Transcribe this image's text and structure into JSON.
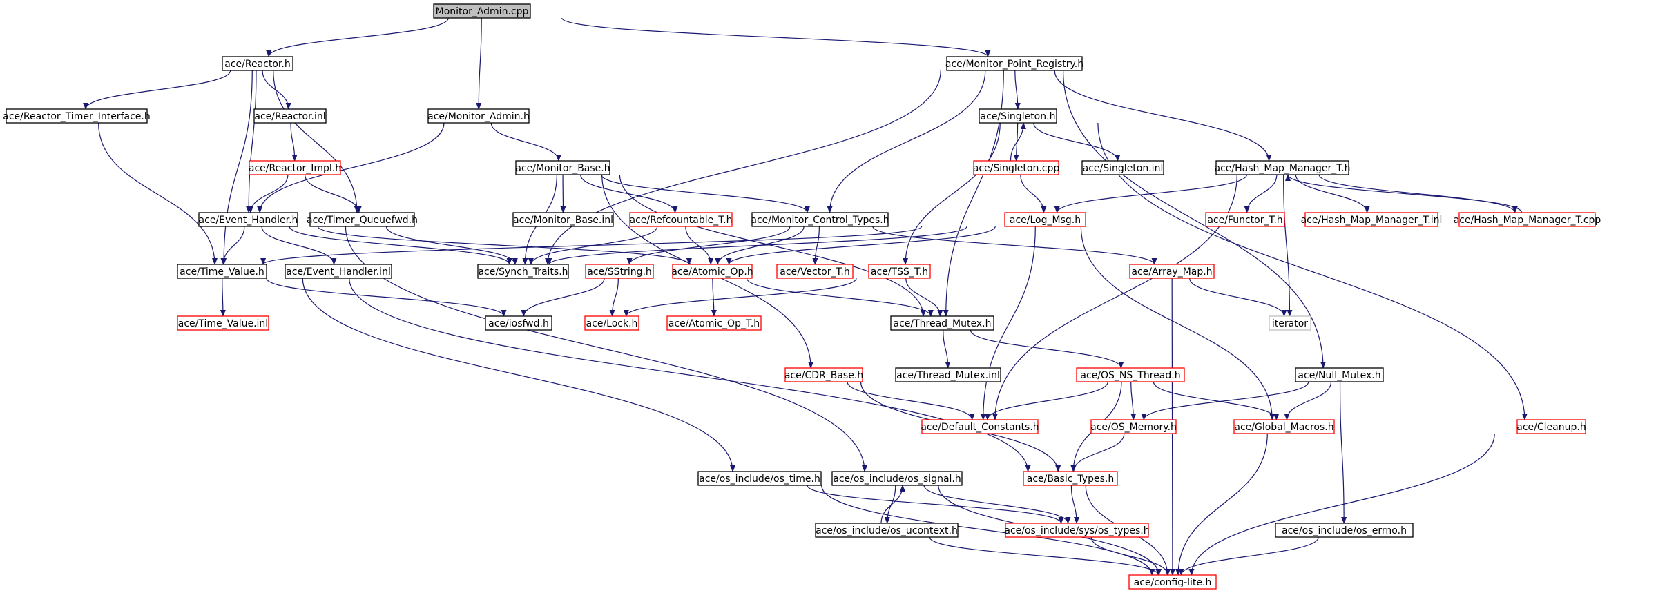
{
  "colors": {
    "edge": "#191970",
    "arrow": "#191970",
    "documented": "#000000",
    "undocumented": "#ff0000",
    "external": "#bfbfbf",
    "root_fill": "#bfbfbf"
  },
  "nodes": [
    {
      "id": "root",
      "label": "Monitor_Admin.cpp",
      "style": "root"
    },
    {
      "id": "reactor",
      "label": "ace/Reactor.h",
      "style": "black"
    },
    {
      "id": "mpr",
      "label": "ace/Monitor_Point_Registry.h",
      "style": "black"
    },
    {
      "id": "rti",
      "label": "ace/Reactor_Timer_Interface.h",
      "style": "black"
    },
    {
      "id": "reactor_inl",
      "label": "ace/Reactor.inl",
      "style": "black"
    },
    {
      "id": "madmin",
      "label": "ace/Monitor_Admin.h",
      "style": "black"
    },
    {
      "id": "singleton",
      "label": "ace/Singleton.h",
      "style": "black"
    },
    {
      "id": "rimpl",
      "label": "ace/Reactor_Impl.h",
      "style": "red"
    },
    {
      "id": "mbase",
      "label": "ace/Monitor_Base.h",
      "style": "black"
    },
    {
      "id": "singleton_cpp",
      "label": "ace/Singleton.cpp",
      "style": "red"
    },
    {
      "id": "singleton_inl",
      "label": "ace/Singleton.inl",
      "style": "black"
    },
    {
      "id": "hmm",
      "label": "ace/Hash_Map_Manager_T.h",
      "style": "black"
    },
    {
      "id": "eh",
      "label": "ace/Event_Handler.h",
      "style": "black"
    },
    {
      "id": "tqfwd",
      "label": "ace/Timer_Queuefwd.h",
      "style": "black"
    },
    {
      "id": "mbase_inl",
      "label": "ace/Monitor_Base.inl",
      "style": "black"
    },
    {
      "id": "refc",
      "label": "ace/Refcountable_T.h",
      "style": "red"
    },
    {
      "id": "mct",
      "label": "ace/Monitor_Control_Types.h",
      "style": "black"
    },
    {
      "id": "logmsg",
      "label": "ace/Log_Msg.h",
      "style": "red"
    },
    {
      "id": "functor",
      "label": "ace/Functor_T.h",
      "style": "red"
    },
    {
      "id": "hmm_inl",
      "label": "ace/Hash_Map_Manager_T.inl",
      "style": "red"
    },
    {
      "id": "hmm_cpp",
      "label": "ace/Hash_Map_Manager_T.cpp",
      "style": "red"
    },
    {
      "id": "tv",
      "label": "ace/Time_Value.h",
      "style": "black"
    },
    {
      "id": "eh_inl",
      "label": "ace/Event_Handler.inl",
      "style": "black"
    },
    {
      "id": "synch",
      "label": "ace/Synch_Traits.h",
      "style": "black"
    },
    {
      "id": "sstring",
      "label": "ace/SString.h",
      "style": "red"
    },
    {
      "id": "atomic",
      "label": "ace/Atomic_Op.h",
      "style": "red"
    },
    {
      "id": "vector",
      "label": "ace/Vector_T.h",
      "style": "red"
    },
    {
      "id": "tss",
      "label": "ace/TSS_T.h",
      "style": "red"
    },
    {
      "id": "arraymap",
      "label": "ace/Array_Map.h",
      "style": "red"
    },
    {
      "id": "tv_inl",
      "label": "ace/Time_Value.inl",
      "style": "red"
    },
    {
      "id": "iosfwd",
      "label": "ace/iosfwd.h",
      "style": "black"
    },
    {
      "id": "lock",
      "label": "ace/Lock.h",
      "style": "red"
    },
    {
      "id": "atomic_t",
      "label": "ace/Atomic_Op_T.h",
      "style": "red"
    },
    {
      "id": "tmutex",
      "label": "ace/Thread_Mutex.h",
      "style": "black"
    },
    {
      "id": "iterator",
      "label": "iterator",
      "style": "gray"
    },
    {
      "id": "tmutex_inl",
      "label": "ace/Thread_Mutex.inl",
      "style": "black"
    },
    {
      "id": "cdr",
      "label": "ace/CDR_Base.h",
      "style": "red"
    },
    {
      "id": "osns",
      "label": "ace/OS_NS_Thread.h",
      "style": "red"
    },
    {
      "id": "nullmutex",
      "label": "ace/Null_Mutex.h",
      "style": "black"
    },
    {
      "id": "defconst",
      "label": "ace/Default_Constants.h",
      "style": "red"
    },
    {
      "id": "osmem",
      "label": "ace/OS_Memory.h",
      "style": "red"
    },
    {
      "id": "gmacros",
      "label": "ace/Global_Macros.h",
      "style": "red"
    },
    {
      "id": "cleanup",
      "label": "ace/Cleanup.h",
      "style": "red"
    },
    {
      "id": "ostime",
      "label": "ace/os_include/os_time.h",
      "style": "black"
    },
    {
      "id": "ossignal",
      "label": "ace/os_include/os_signal.h",
      "style": "black"
    },
    {
      "id": "btypes",
      "label": "ace/Basic_Types.h",
      "style": "red"
    },
    {
      "id": "osucontext",
      "label": "ace/os_include/os_ucontext.h",
      "style": "black"
    },
    {
      "id": "systypes",
      "label": "ace/os_include/sys/os_types.h",
      "style": "red"
    },
    {
      "id": "oserrno",
      "label": "ace/os_include/os_errno.h",
      "style": "black"
    },
    {
      "id": "config",
      "label": "ace/config-lite.h",
      "style": "red"
    }
  ],
  "edges": [
    [
      "root",
      "reactor"
    ],
    [
      "root",
      "madmin"
    ],
    [
      "root",
      "mpr"
    ],
    [
      "reactor",
      "rti"
    ],
    [
      "reactor",
      "reactor_inl"
    ],
    [
      "reactor",
      "eh"
    ],
    [
      "reactor",
      "tqfwd"
    ],
    [
      "reactor",
      "tv"
    ],
    [
      "reactor_inl",
      "rimpl"
    ],
    [
      "rimpl",
      "eh"
    ],
    [
      "rimpl",
      "tqfwd"
    ],
    [
      "rti",
      "tv"
    ],
    [
      "madmin",
      "mbase"
    ],
    [
      "madmin",
      "eh"
    ],
    [
      "mbase",
      "mbase_inl"
    ],
    [
      "mbase",
      "refc"
    ],
    [
      "mbase",
      "mct"
    ],
    [
      "mbase",
      "synch"
    ],
    [
      "mbase",
      "cdr"
    ],
    [
      "mbase",
      "tmutex"
    ],
    [
      "refc",
      "synch"
    ],
    [
      "refc",
      "atomic"
    ],
    [
      "mct",
      "vector"
    ],
    [
      "mct",
      "sstring"
    ],
    [
      "mct",
      "arraymap"
    ],
    [
      "mct",
      "atomic"
    ],
    [
      "eh",
      "eh_inl"
    ],
    [
      "eh",
      "atomic"
    ],
    [
      "eh",
      "synch"
    ],
    [
      "eh",
      "ossignal"
    ],
    [
      "eh",
      "tv"
    ],
    [
      "tqfwd",
      "synch"
    ],
    [
      "tv",
      "tv_inl"
    ],
    [
      "tv",
      "iosfwd"
    ],
    [
      "tv",
      "btypes"
    ],
    [
      "tv",
      "ostime"
    ],
    [
      "mpr",
      "singleton"
    ],
    [
      "mpr",
      "hmm"
    ],
    [
      "mpr",
      "mct"
    ],
    [
      "mpr",
      "tmutex"
    ],
    [
      "mpr",
      "nullmutex"
    ],
    [
      "mpr",
      "synch"
    ],
    [
      "singleton",
      "singleton_cpp"
    ],
    [
      "singleton",
      "singleton_inl"
    ],
    [
      "singleton",
      "tss"
    ],
    [
      "singleton",
      "cleanup"
    ],
    [
      "singleton_cpp",
      "singleton"
    ],
    [
      "singleton_cpp",
      "logmsg"
    ],
    [
      "logmsg",
      "synch"
    ],
    [
      "logmsg",
      "atomic"
    ],
    [
      "logmsg",
      "defconst"
    ],
    [
      "logmsg",
      "gmacros"
    ],
    [
      "logmsg",
      "tv"
    ],
    [
      "hmm",
      "logmsg"
    ],
    [
      "hmm",
      "functor"
    ],
    [
      "hmm",
      "hmm_inl"
    ],
    [
      "hmm",
      "hmm_cpp"
    ],
    [
      "hmm",
      "iterator"
    ],
    [
      "hmm",
      "defconst"
    ],
    [
      "hmm_cpp",
      "hmm"
    ],
    [
      "sstring",
      "lock"
    ],
    [
      "sstring",
      "iosfwd"
    ],
    [
      "atomic",
      "atomic_t"
    ],
    [
      "atomic",
      "tmutex"
    ],
    [
      "tss",
      "tmutex"
    ],
    [
      "tss",
      "lock"
    ],
    [
      "arraymap",
      "iterator"
    ],
    [
      "arraymap",
      "config"
    ],
    [
      "tmutex",
      "tmutex_inl"
    ],
    [
      "tmutex",
      "osns"
    ],
    [
      "cdr",
      "defconst"
    ],
    [
      "cdr",
      "btypes"
    ],
    [
      "osns",
      "defconst"
    ],
    [
      "osns",
      "osmem"
    ],
    [
      "osns",
      "gmacros"
    ],
    [
      "osns",
      "btypes"
    ],
    [
      "nullmutex",
      "osmem"
    ],
    [
      "nullmutex",
      "gmacros"
    ],
    [
      "nullmutex",
      "oserrno"
    ],
    [
      "osmem",
      "btypes"
    ],
    [
      "gmacros",
      "config"
    ],
    [
      "cleanup",
      "config"
    ],
    [
      "ostime",
      "systypes"
    ],
    [
      "ostime",
      "config"
    ],
    [
      "ossignal",
      "systypes"
    ],
    [
      "ossignal",
      "osucontext"
    ],
    [
      "ossignal",
      "config"
    ],
    [
      "osucontext",
      "ossignal"
    ],
    [
      "osucontext",
      "config"
    ],
    [
      "btypes",
      "systypes"
    ],
    [
      "btypes",
      "config"
    ],
    [
      "systypes",
      "config"
    ],
    [
      "oserrno",
      "config"
    ]
  ]
}
